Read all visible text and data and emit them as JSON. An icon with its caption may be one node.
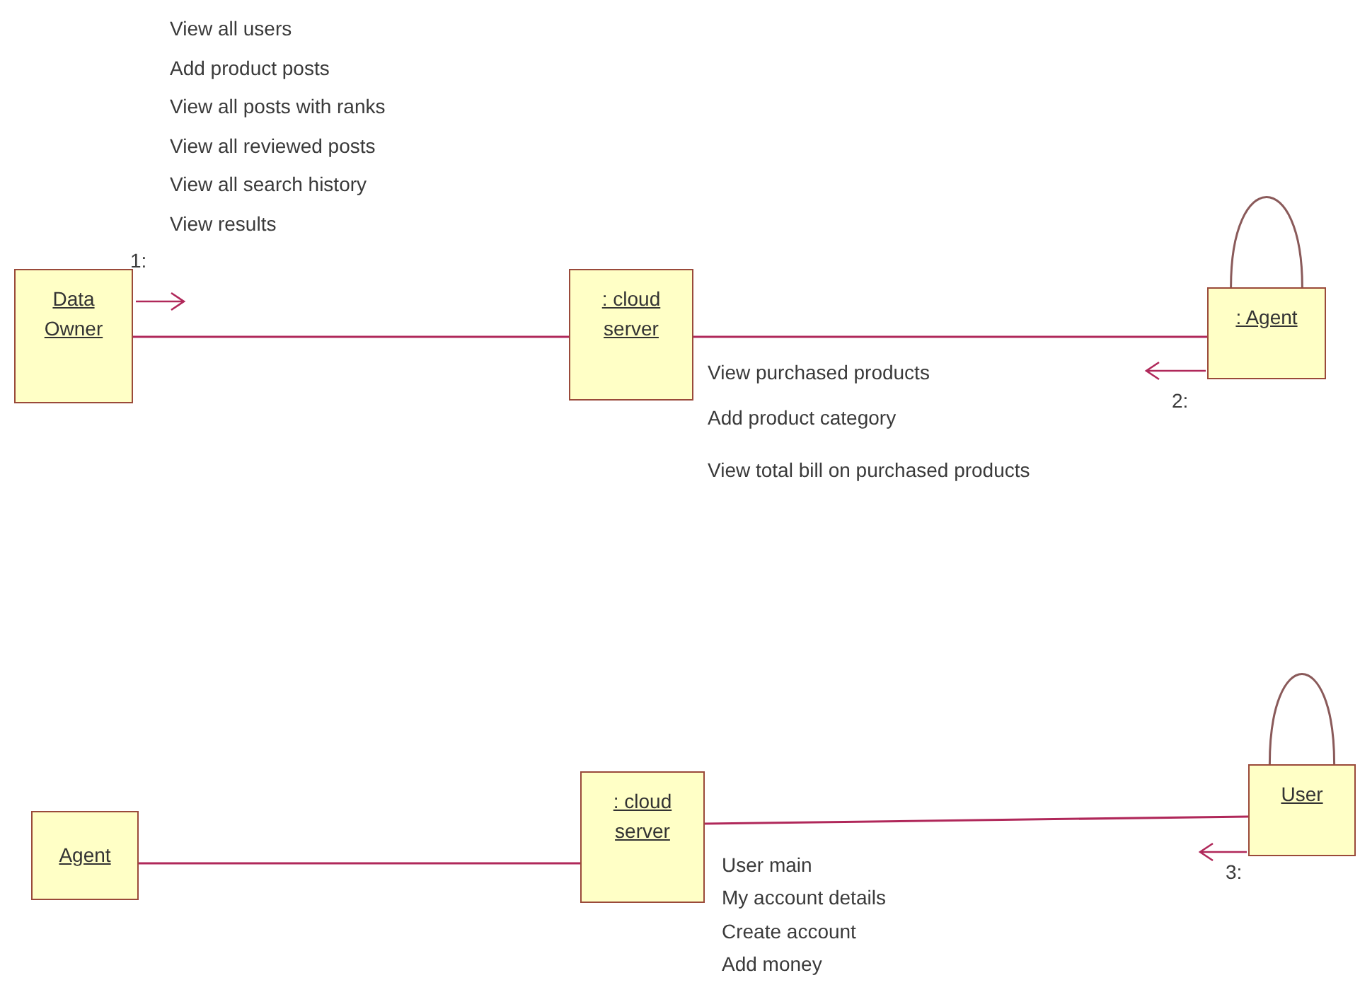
{
  "diagram": {
    "nodes": [
      {
        "text": [
          "Data Owner"
        ]
      },
      {
        "text": [
          ": cloud server"
        ]
      },
      {
        "text": [
          ": Agent"
        ]
      },
      {
        "text": [
          "Agent"
        ]
      },
      {
        "text": [
          ": cloud server"
        ]
      },
      {
        "text": [
          "User"
        ]
      }
    ],
    "edges": [
      {
        "from": 0,
        "to": 1,
        "arrow": "none"
      },
      {
        "from": 1,
        "to": 2,
        "arrow": "none"
      },
      {
        "from": 2,
        "to": 2,
        "arrow": "none"
      },
      {
        "from": 3,
        "to": 4,
        "arrow": "none"
      },
      {
        "from": 4,
        "to": 5,
        "arrow": "none"
      },
      {
        "from": 5,
        "to": 5,
        "arrow": "none"
      }
    ],
    "labels": [
      "View all users",
      "Add product posts",
      "View all posts with ranks",
      "View all reviewed posts",
      "View all search history",
      "View results",
      "1:",
      "View purchased products",
      "Add product category",
      "View total bill on purchased products",
      "2:",
      "User main",
      "My account details",
      "Create account",
      "Add money",
      "3:"
    ]
  }
}
